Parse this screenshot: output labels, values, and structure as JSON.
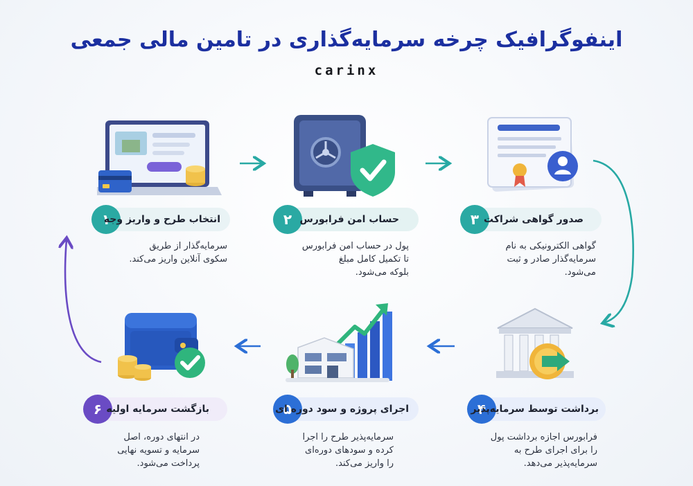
{
  "header": {
    "title": "اینفوگرافیک چرخه سرمایه‌گذاری در تامین مالی جمعی",
    "logo_text": "carinx"
  },
  "colors": {
    "title": "#1b2fa0",
    "teal": "#28a9a4",
    "blue": "#2c6fd6",
    "purple": "#6a4bc4"
  },
  "steps": [
    {
      "number": "۱",
      "label": "انتخاب طرح و واریز وجه",
      "desc": [
        "سرمایه‌گذار از طریق",
        "سکوی آنلاین واریز می‌کند."
      ],
      "icon": "laptop-icon"
    },
    {
      "number": "۲",
      "label": "حساب امن فرابورس",
      "desc": [
        "پول در حساب امن فرابورس",
        "تا تکمیل کامل مبلغ",
        "بلوکه می‌شود."
      ],
      "icon": "safe-icon"
    },
    {
      "number": "۳",
      "label": "صدور گواهی شراکت",
      "desc": [
        "گواهی الکترونیکی به نام",
        "سرمایه‌گذار صادر و ثبت",
        "می‌شود."
      ],
      "icon": "certificate-icon"
    },
    {
      "number": "۴",
      "label": "برداشت توسط سرمایه‌پذیر",
      "desc": [
        "فرابورس اجازه برداشت پول",
        "را برای اجرای طرح به",
        "سرمایه‌پذیر می‌دهد."
      ],
      "icon": "bank-icon"
    },
    {
      "number": "۵",
      "label": "اجرای پروژه و سود دوره ای",
      "desc": [
        "سرمایه‌پذیر طرح را اجرا",
        "کرده و سودهای دوره‌ای",
        "را واریز می‌کند."
      ],
      "icon": "growth-icon"
    },
    {
      "number": "۶",
      "label": "بازگشت سرمایه اولیه",
      "desc": [
        "در انتهای دوره، اصل",
        "سرمایه و تسویه نهایی",
        "پرداخت می‌شود."
      ],
      "icon": "wallet-icon"
    }
  ]
}
